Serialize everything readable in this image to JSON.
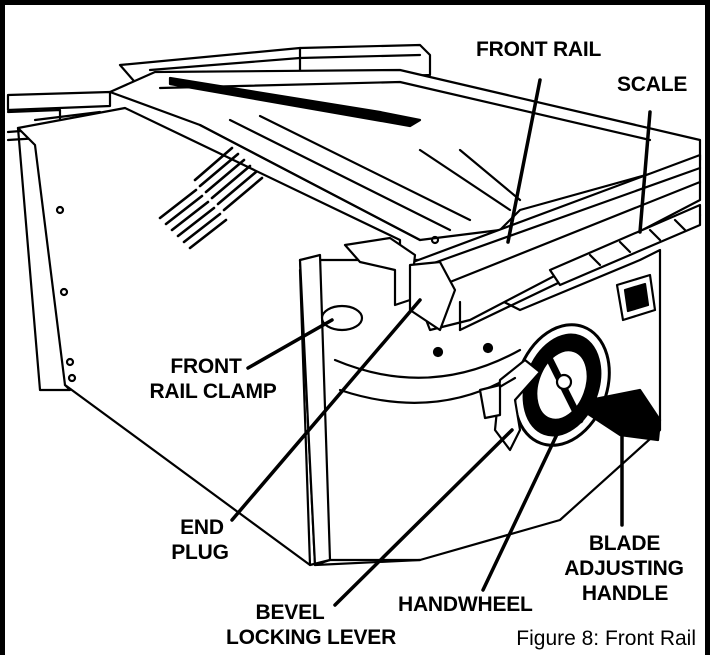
{
  "labels": {
    "front_rail": "FRONT RAIL",
    "scale": "SCALE",
    "front_rail_clamp_line1": "FRONT",
    "front_rail_clamp_line2": "RAIL CLAMP",
    "end_plug_line1": "END",
    "end_plug_line2": "PLUG",
    "bevel_line1": "BEVEL",
    "bevel_line2": "LOCKING LEVER",
    "handwheel": "HANDWHEEL",
    "blade_line1": "BLADE",
    "blade_line2": "ADJUSTING",
    "blade_line3": "HANDLE"
  },
  "caption": "Figure 8: Front Rail"
}
